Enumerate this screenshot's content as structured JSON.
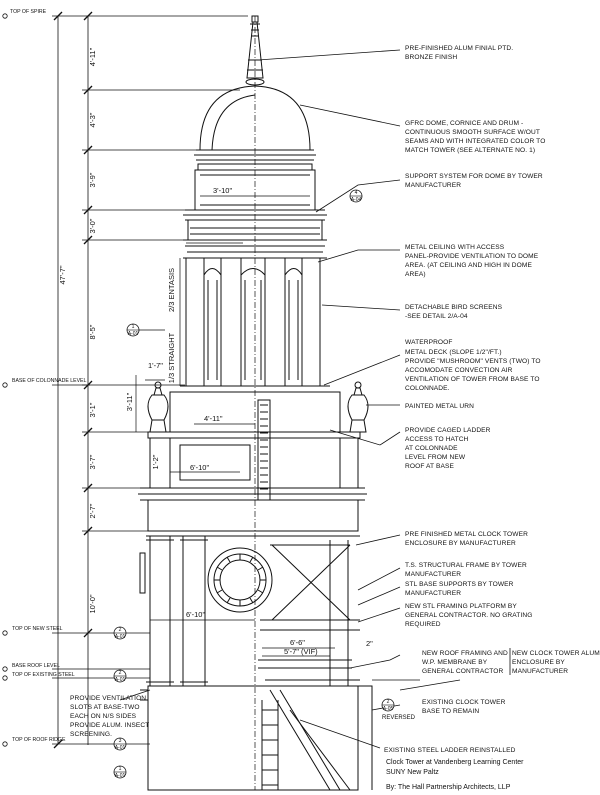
{
  "levels": {
    "top_of_spire": "TOP OF SPIRE",
    "base_of_colonnade": "BASE OF COLONNADE LEVEL",
    "top_of_new_steel": "TOP OF NEW STEEL",
    "base_roof": "BASE ROOF LEVEL",
    "top_of_existing_steel": "TOP OF EXISTING STEEL",
    "top_of_roof_ridge": "TOP OF ROOF RIDGE"
  },
  "dimensions": {
    "d1": "4'-11\"",
    "d2": "4'-3\"",
    "d3": "3'-9\"",
    "d4": "3'-0\"",
    "d5": "8'-5\"",
    "d6": "3'-1\"",
    "d7": "3'-7\"",
    "d8": "2'-7\"",
    "d9": "10'-0\"",
    "overall": "47'-7\"",
    "urn_height": "3'-11\"",
    "urn_width": "1'-7\"",
    "urn_base": "1'-2\"",
    "drum_width": "3'-10\"",
    "colonnade_width": "4'-11\"",
    "base_width": "6'-10\"",
    "clock_base_width": "6'-10\"",
    "framing_width": "6'-6\"",
    "vif_width": "5'-7\" (VIF)",
    "offset": "2\""
  },
  "annotations": {
    "entasis": "2/3 ENTASIS",
    "straight": "1/3 STRAIGHT",
    "reversed": "REVERSED"
  },
  "notes": {
    "finial": [
      "PRE-FINISHED ALUM FINIAL PTD.",
      "BRONZE FINISH"
    ],
    "dome": [
      "GFRC DOME, CORNICE AND DRUM -",
      "CONTINUOUS SMOOTH SURFACE W/OUT",
      "SEAMS AND WITH INTEGRATED COLOR TO",
      "MATCH TOWER (SEE ALTERNATE NO. 1)"
    ],
    "support": [
      "SUPPORT SYSTEM FOR DOME BY TOWER",
      "MANUFACTURER"
    ],
    "ceiling": [
      "METAL CEILING WITH ACCESS",
      "PANEL-PROVIDE VENTILATION TO DOME",
      "AREA. (AT CEILING AND HIGH IN DOME",
      "AREA)"
    ],
    "bird": [
      "DETACHABLE BIRD SCREENS",
      "-SEE DETAIL 2/A-04"
    ],
    "deck": [
      "WATERPROOF",
      "METAL DECK (SLOPE 1/2\"/FT.)",
      "PROVIDE \"MUSHROOM\" VENTS (TWO) TO",
      "ACCOMODATE CONVECTION AIR",
      "VENTILATION OF TOWER FROM BASE TO",
      "COLONNADE."
    ],
    "urn": [
      "PAINTED METAL URN"
    ],
    "ladder": [
      "PROVIDE CAGED LADDER",
      "ACCESS TO HATCH",
      "AT COLONNADE",
      "LEVEL FROM NEW",
      "ROOF AT BASE"
    ],
    "enclosure": [
      "PRE FINISHED METAL CLOCK TOWER",
      "ENCLOSURE BY MANUFACTURER"
    ],
    "frame": [
      "T.S. STRUCTURAL FRAME BY TOWER",
      "MANUFACTURER"
    ],
    "stl_base": [
      "STL BASE SUPPORTS BY TOWER",
      "MANUFACTURER"
    ],
    "platform": [
      "NEW STL FRAMING PLATFORM BY",
      "GENERAL CONTRACTOR. NO GRATING",
      "REQUIRED"
    ],
    "roof_framing": [
      "NEW ROOF FRAMING AND",
      "W.P. MEMBRANE BY",
      "GENERAL CONTRACTOR"
    ],
    "alum_enclosure": [
      "NEW CLOCK TOWER ALUM",
      "ENCLOSURE BY",
      "MANUFACTURER"
    ],
    "existing_base": [
      "EXISTING CLOCK TOWER",
      "BASE TO REMAIN"
    ],
    "ventilation": [
      "PROVIDE VENTILATION",
      "SLOTS AT BASE-TWO",
      "EACH ON N/S SIDES",
      "PROVIDE ALUM. INSECT",
      "SCREENING."
    ],
    "steel_ladder": [
      "EXISTING STEEL LADDER REINSTALLED"
    ]
  },
  "tags": {
    "t1": {
      "num": "4",
      "sheet": "A-04"
    },
    "t2": {
      "num": "1",
      "sheet": "A-01"
    },
    "t3": {
      "num": "2",
      "sheet": "A-05"
    },
    "t4": {
      "num": "2",
      "sheet": "A-01"
    },
    "t5": {
      "num": "2",
      "sheet": "A-01"
    },
    "t6": {
      "num": "3",
      "sheet": "A-01"
    },
    "t7": {
      "num": "1",
      "sheet": "A-01"
    }
  },
  "caption": {
    "line1": "Clock Tower at Vandenberg Learning Center",
    "line2": "SUNY New Paltz",
    "line3": "By: The Hall Partnership Architects, LLP"
  }
}
